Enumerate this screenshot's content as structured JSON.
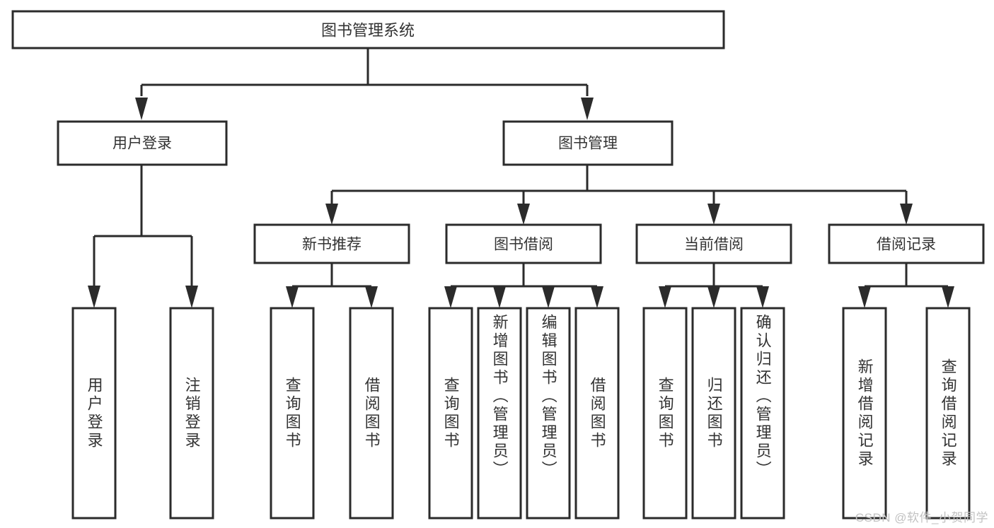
{
  "diagram": {
    "type": "tree",
    "title": "图书管理系统",
    "orientation": "top-down",
    "colors": {
      "box_stroke": "#2b2b2b",
      "box_fill": "#ffffff",
      "text": "#333333",
      "background": "#ffffff",
      "watermark": "#c2c2c2"
    },
    "root": {
      "label": "图书管理系统"
    },
    "level1": [
      {
        "label": "用户登录"
      },
      {
        "label": "图书管理"
      }
    ],
    "level2": [
      {
        "label": "新书推荐"
      },
      {
        "label": "图书借阅"
      },
      {
        "label": "当前借阅"
      },
      {
        "label": "借阅记录"
      }
    ],
    "leaves": {
      "user_login": [
        {
          "label": "用户登录"
        },
        {
          "label": "注销登录"
        }
      ],
      "new_book": [
        {
          "label": "查询图书"
        },
        {
          "label": "借阅图书"
        }
      ],
      "book_borrow": [
        {
          "label": "查询图书"
        },
        {
          "label": "新增图书（管理员）"
        },
        {
          "label": "编辑图书（管理员）"
        },
        {
          "label": "借阅图书"
        }
      ],
      "current_borrow": [
        {
          "label": "查询图书"
        },
        {
          "label": "归还图书"
        },
        {
          "label": "确认归还（管理员）"
        }
      ],
      "borrow_record": [
        {
          "label": "新增借阅记录"
        },
        {
          "label": "查询借阅记录"
        }
      ]
    }
  },
  "watermark": {
    "text": "CSDN @软件_小贺同学"
  }
}
